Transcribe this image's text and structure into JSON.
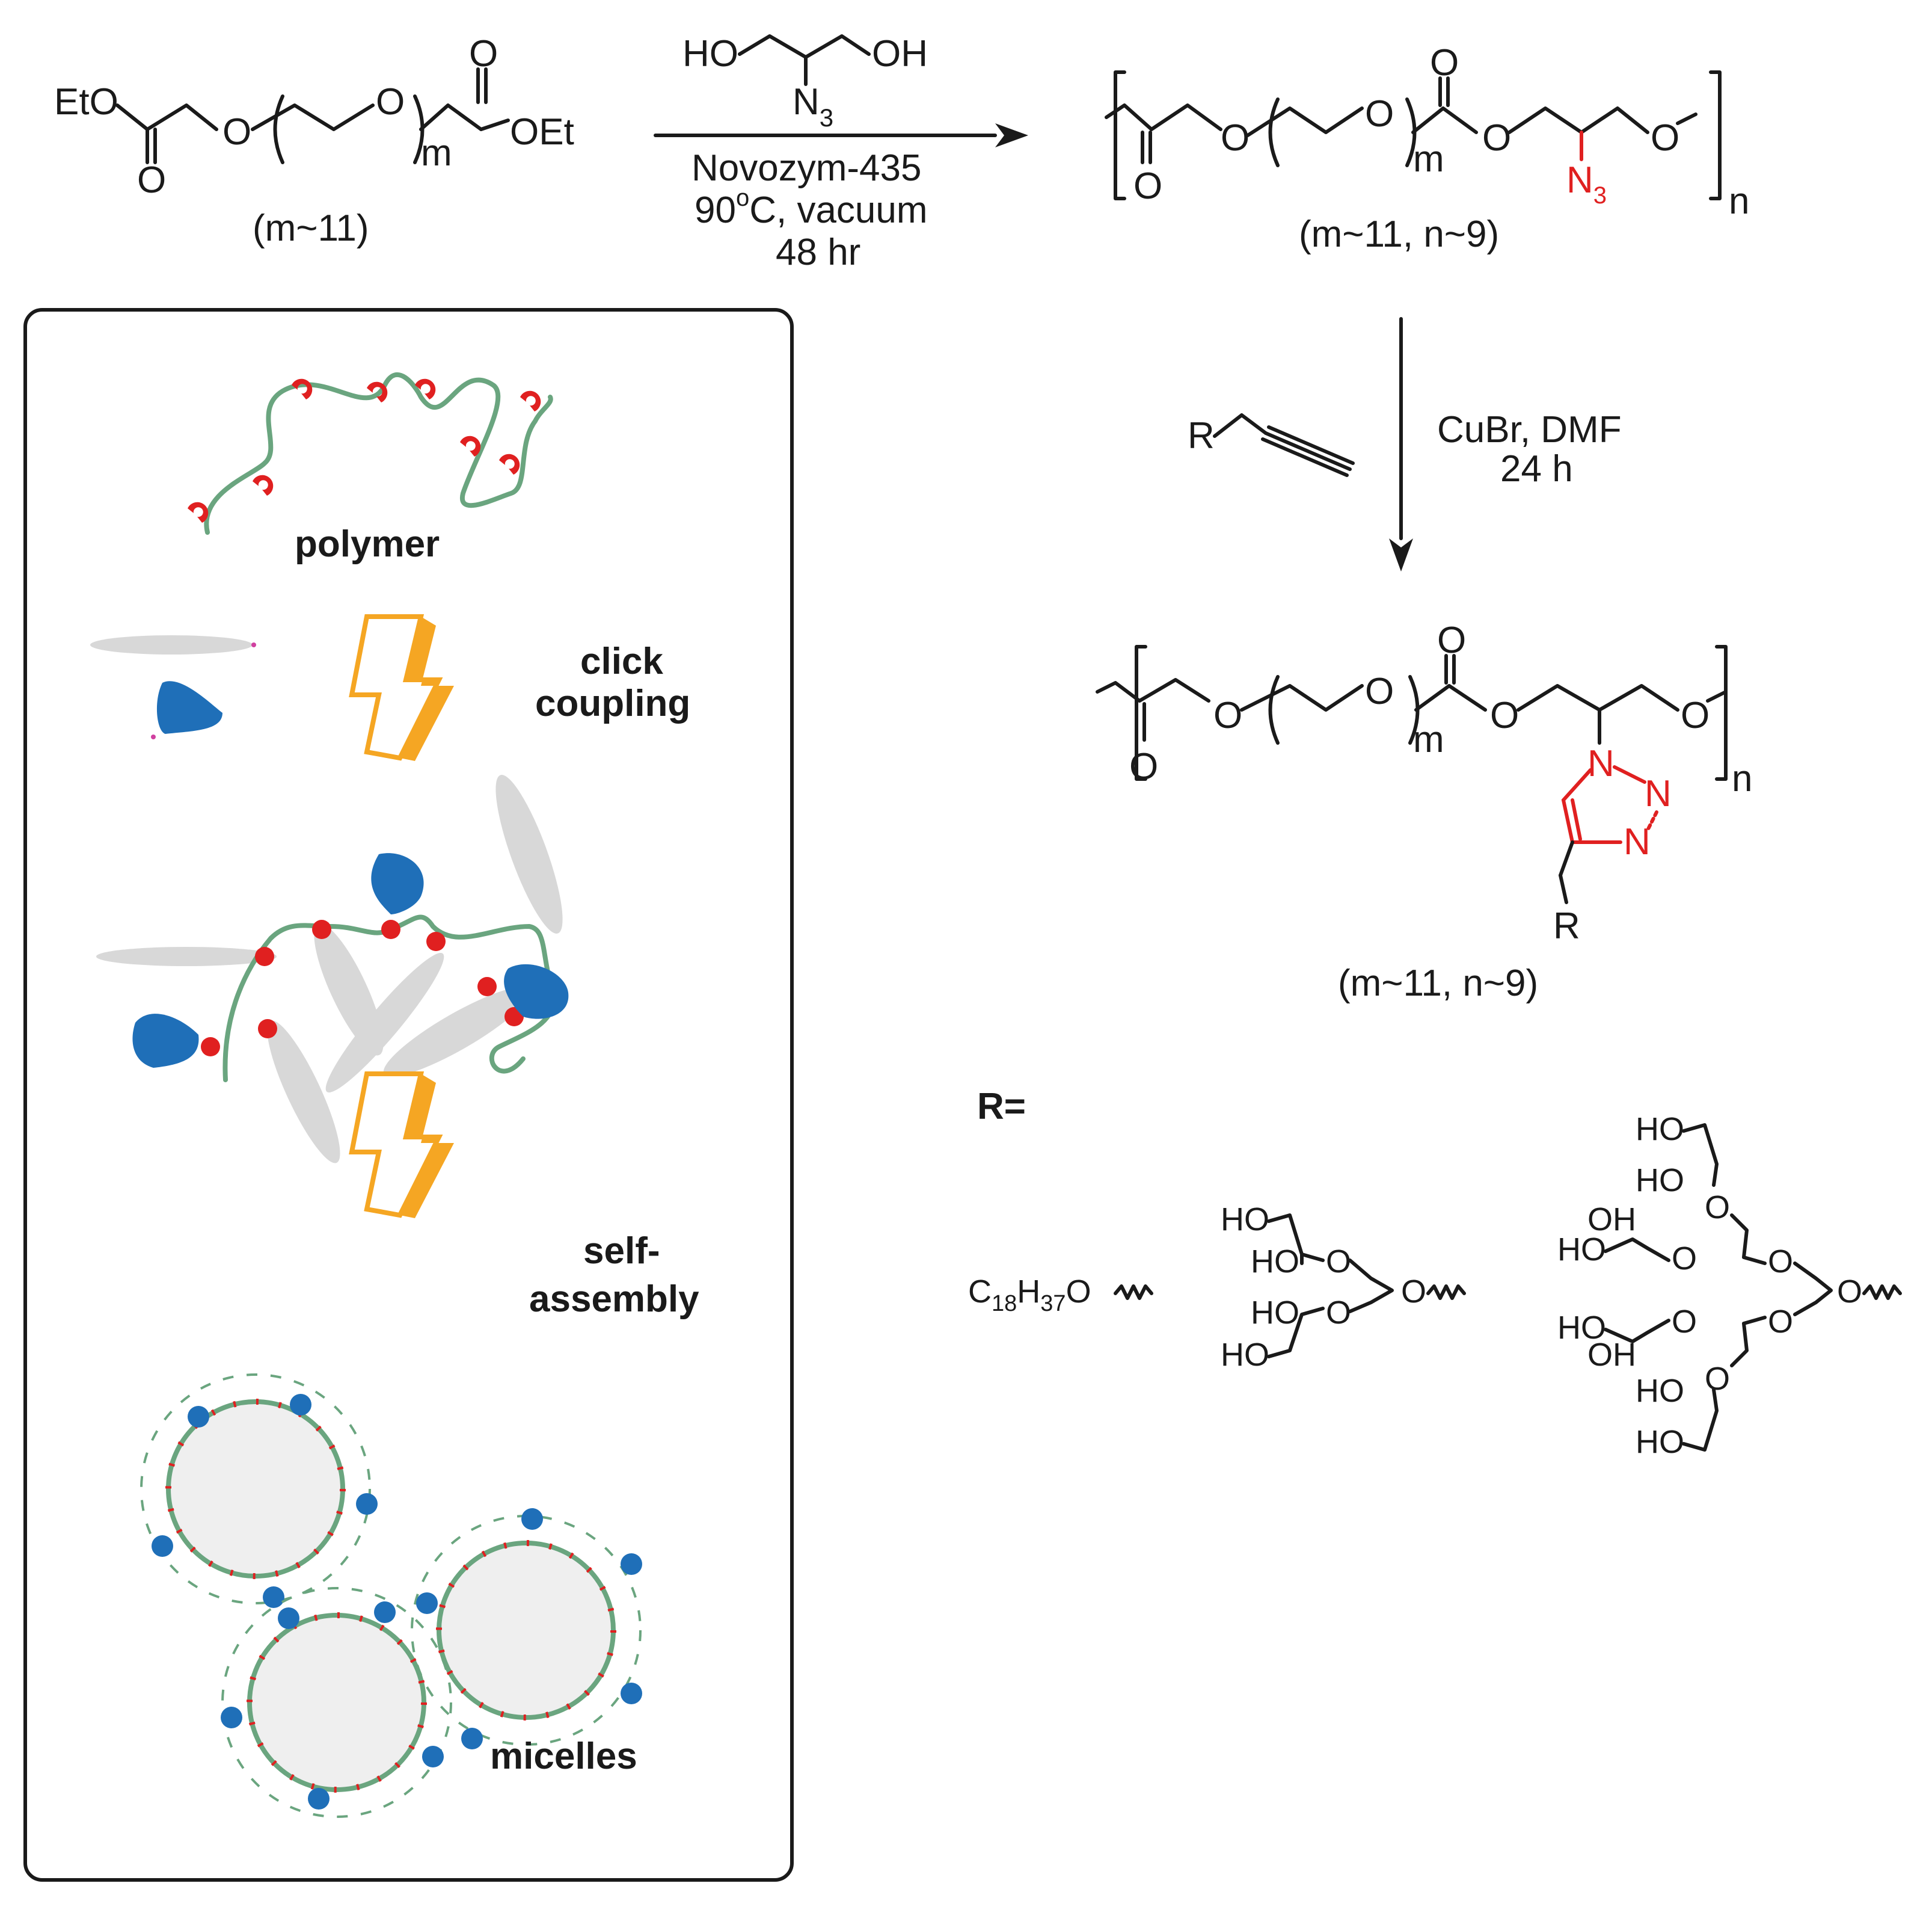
{
  "reaction": {
    "reagent_top": {
      "left_oh": "HO",
      "right_oh": "OH",
      "azide": "N",
      "azide_sub": "3"
    },
    "conditions": {
      "catalyst": "Novozym-435",
      "temp": "90",
      "temp_unit": "o",
      "temp_rest": "C, vacuum",
      "time": "48 hr"
    },
    "step2": {
      "reagents": "CuBr, DMF",
      "time": "24 h",
      "alkyne_r": "R"
    }
  },
  "starting_material": {
    "eto": "EtO",
    "oet": "OEt",
    "o": "O",
    "m": "m",
    "note": "(m~11)"
  },
  "polymer_azide": {
    "o": "O",
    "m": "m",
    "n": "n",
    "azide": "N",
    "azide_sub": "3",
    "note": "(m~11, n~9)"
  },
  "polymer_triazole": {
    "o": "O",
    "m": "m",
    "n": "n",
    "n1": "N",
    "n2": "N",
    "n3": "N",
    "r": "R",
    "note": "(m~11, n~9)"
  },
  "r_groups": {
    "label": "R=",
    "r1": {
      "c": "C",
      "sub1": "18",
      "h": "H",
      "sub2": "37",
      "o": "O"
    },
    "ho": "HO",
    "oh": "OH",
    "o": "O"
  },
  "panel": {
    "polymer": "polymer",
    "click_1": "click",
    "click_2": "coupling",
    "self_1": "self-",
    "self_2": "assembly",
    "micelles": "micelles"
  },
  "colors": {
    "azide_red": "#e02020",
    "chain_green": "#6aa57f",
    "protein_blue": "#1f6fb8",
    "arrow_orange": "#f5a623",
    "lipid_gray": "#d8d8d8"
  }
}
